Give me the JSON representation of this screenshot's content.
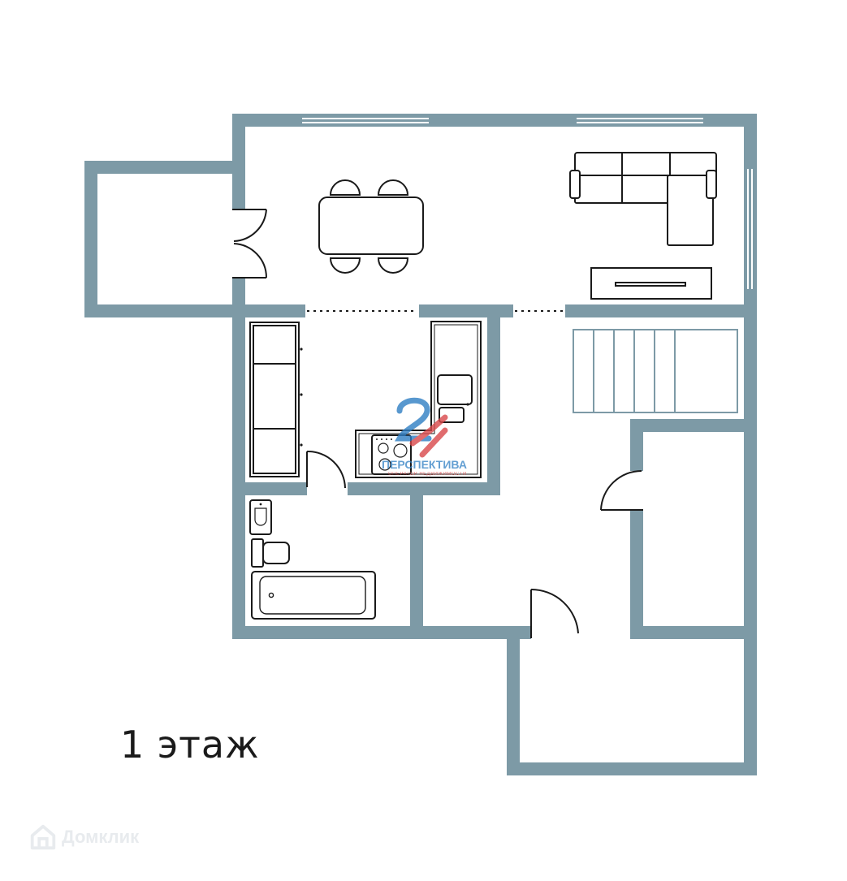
{
  "floor_label": "1 этаж",
  "agency_logo": {
    "name": "ПЕРСПЕКТИВА",
    "tagline": "ОПЕРАТОР НЕДВИЖИМОСТИ",
    "colors": {
      "blue": "#2f7fc4",
      "red": "#d9484a"
    }
  },
  "watermark": {
    "text": "Домклик",
    "icon": "house-logo-icon"
  },
  "colors": {
    "wall": "#7d9aa6",
    "furniture": "#1a1a1a",
    "background": "#ffffff"
  }
}
